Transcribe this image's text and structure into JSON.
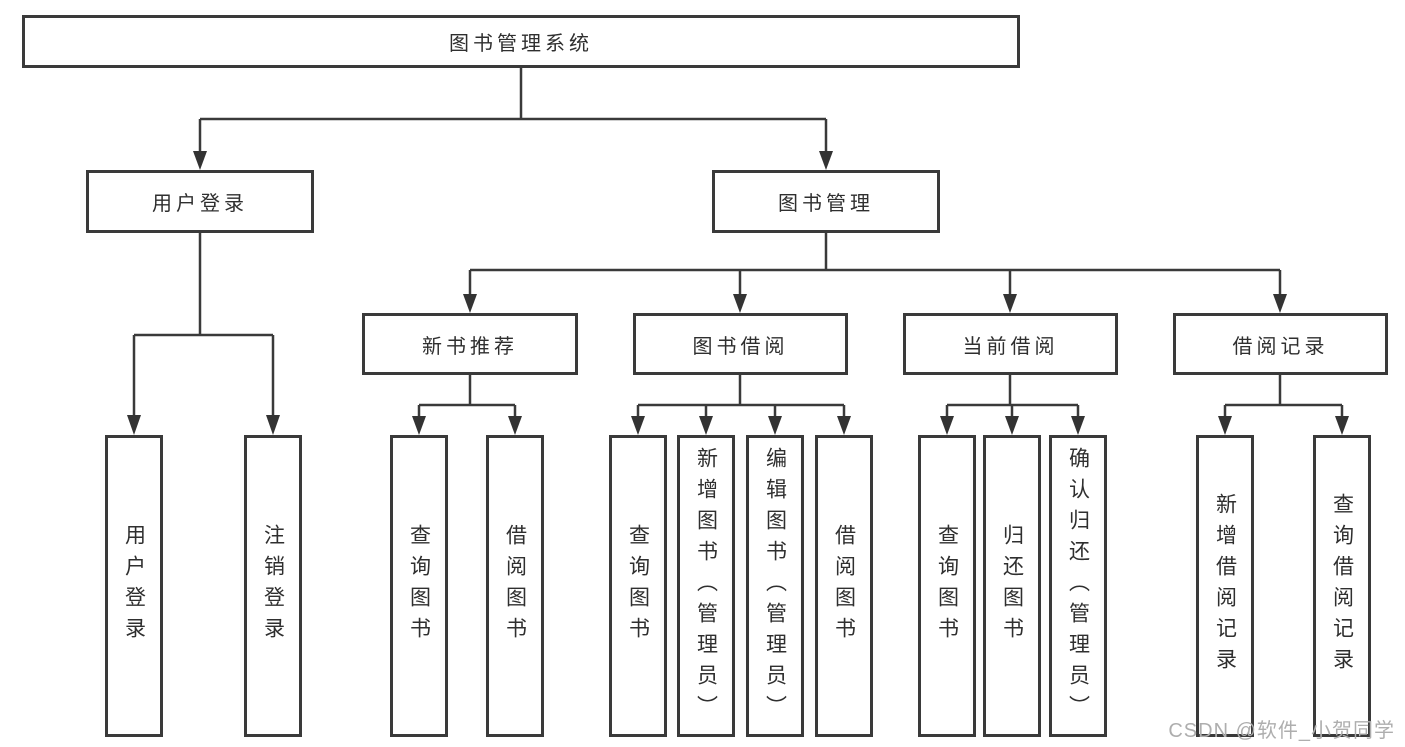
{
  "tree": {
    "root": "图书管理系统",
    "branches": [
      {
        "label": "用户登录",
        "children": [
          "用户登录",
          "注销登录"
        ]
      },
      {
        "label": "图书管理",
        "children": [
          {
            "label": "新书推荐",
            "children": [
              "查询图书",
              "借阅图书"
            ]
          },
          {
            "label": "图书借阅",
            "children": [
              "查询图书",
              "新增图书（管理员）",
              "编辑图书（管理员）",
              "借阅图书"
            ]
          },
          {
            "label": "当前借阅",
            "children": [
              "查询图书",
              "归还图书",
              "确认归还（管理员）"
            ]
          },
          {
            "label": "借阅记录",
            "children": [
              "新增借阅记录",
              "查询借阅记录"
            ]
          }
        ]
      }
    ]
  },
  "watermark": {
    "text": "CSDN @软件_小贺同学"
  },
  "colors": {
    "line": "#3a3a3a",
    "text": "#2f2f2f",
    "box_background": "#ffffff",
    "watermark": "#aeaeae"
  }
}
